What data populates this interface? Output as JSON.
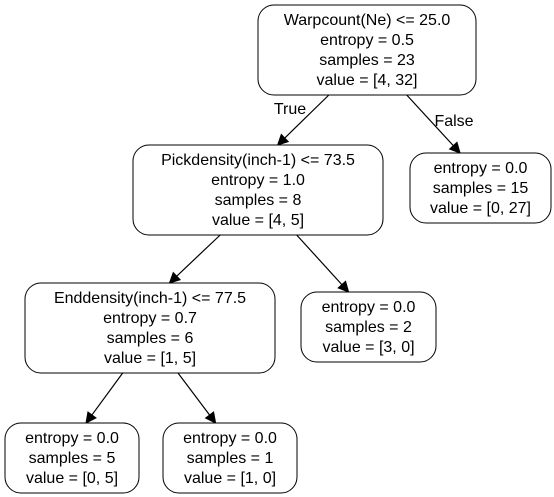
{
  "nodes": [
    {
      "id": "root",
      "lines": [
        "Warpcount(Ne) <= 25.0",
        "entropy = 0.5",
        "samples = 23",
        "value = [4, 32]"
      ]
    },
    {
      "id": "n1",
      "lines": [
        "Pickdensity(inch-1) <= 73.5",
        "entropy = 1.0",
        "samples = 8",
        "value = [4, 5]"
      ]
    },
    {
      "id": "n2",
      "lines": [
        "entropy = 0.0",
        "samples = 15",
        "value = [0, 27]"
      ]
    },
    {
      "id": "n3",
      "lines": [
        "Enddensity(inch-1) <= 77.5",
        "entropy = 0.7",
        "samples = 6",
        "value = [1, 5]"
      ]
    },
    {
      "id": "n4",
      "lines": [
        "entropy = 0.0",
        "samples = 2",
        "value = [3, 0]"
      ]
    },
    {
      "id": "n5",
      "lines": [
        "entropy = 0.0",
        "samples = 5",
        "value = [0, 5]"
      ]
    },
    {
      "id": "n6",
      "lines": [
        "entropy = 0.0",
        "samples = 1",
        "value = [1, 0]"
      ]
    }
  ],
  "edges": [
    {
      "from": "root",
      "to": "n1",
      "label": "True"
    },
    {
      "from": "root",
      "to": "n2",
      "label": "False"
    },
    {
      "from": "n1",
      "to": "n3",
      "label": ""
    },
    {
      "from": "n1",
      "to": "n4",
      "label": ""
    },
    {
      "from": "n3",
      "to": "n5",
      "label": ""
    },
    {
      "from": "n3",
      "to": "n6",
      "label": ""
    }
  ]
}
